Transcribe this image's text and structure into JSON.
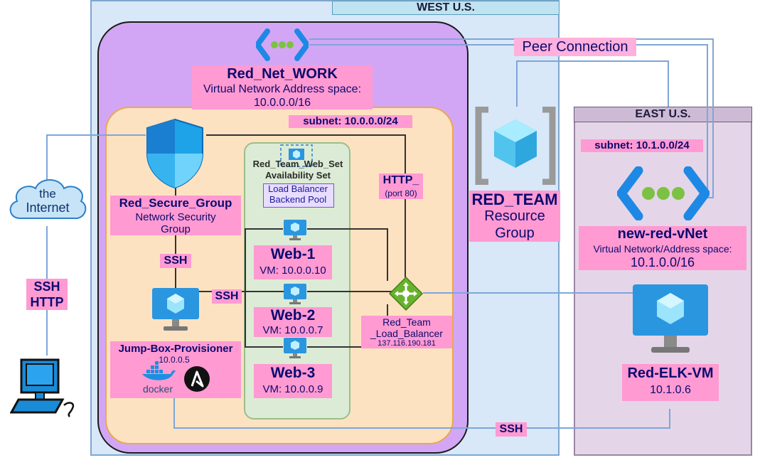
{
  "regions": {
    "west": "WEST U.S.",
    "east": "EAST U.S."
  },
  "vnet_west": {
    "name": "Red_Net_WORK",
    "desc": "Virtual Network Address space:",
    "address": "10.0.0.0/16",
    "subnet": "subnet: 10.0.0.0/24"
  },
  "peer_label": "Peer Connection",
  "internet": {
    "line1": "the",
    "line2": "Internet"
  },
  "client_protocols": {
    "line1": "SSH",
    "line2": "HTTP"
  },
  "nsg": {
    "name": "Red_Secure_Group",
    "desc1": "Network Security",
    "desc2": "Group"
  },
  "ssh_labels": {
    "nsg_to_jump": "SSH",
    "jump_to_web": "SSH",
    "jump_to_elk": "SSH"
  },
  "http_label": {
    "line1": "HTTP_",
    "line2": "(port 80)"
  },
  "jumpbox": {
    "name": "Jump-Box-Provisioner",
    "ip": "10.0.0.5",
    "docker": "docker"
  },
  "availability_set": {
    "name1": "Red_Team_Web_Set",
    "name2": "Availability Set",
    "pool1": "Load Balancer",
    "pool2": "Backend Pool"
  },
  "web_vms": [
    {
      "name": "Web-1",
      "ip": "VM: 10.0.0.10"
    },
    {
      "name": "Web-2",
      "ip": "VM: 10.0.0.7"
    },
    {
      "name": "Web-3",
      "ip": "VM: 10.0.0.9"
    }
  ],
  "load_balancer": {
    "line1": "Red_Team",
    "line2": "_Load_Balancer",
    "ip": "137.116.190.181"
  },
  "resource_group": {
    "line1": "RED_TEAM",
    "line2": "Resource",
    "line3": "Group"
  },
  "vnet_east": {
    "subnet": "subnet: 10.1.0.0/24",
    "name": "new-red-vNet",
    "desc": "Virtual Network/Address space:",
    "address": "10.1.0.0/16"
  },
  "elk": {
    "name": "Red-ELK-VM",
    "ip": "10.1.0.6"
  },
  "colors": {
    "west_bg": "#d8e8f8",
    "vnet_bg": "#d3a6f5",
    "subnet_bg": "#fde2c2",
    "avset_bg": "#dcebd5",
    "east_bg": "#e4d6e8",
    "label_pink": "#ff9ad2"
  }
}
